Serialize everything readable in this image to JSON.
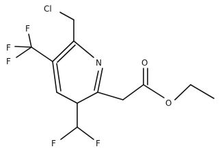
{
  "molecule": {
    "atom_labels": {
      "cl": "Cl",
      "n": "N",
      "o_carbonyl": "O",
      "o_ester": "O",
      "f_cf3_top": "F",
      "f_cf3_left": "F",
      "f_cf3_bottom": "F",
      "f_chf2_left": "F",
      "f_chf2_right": "F"
    }
  }
}
